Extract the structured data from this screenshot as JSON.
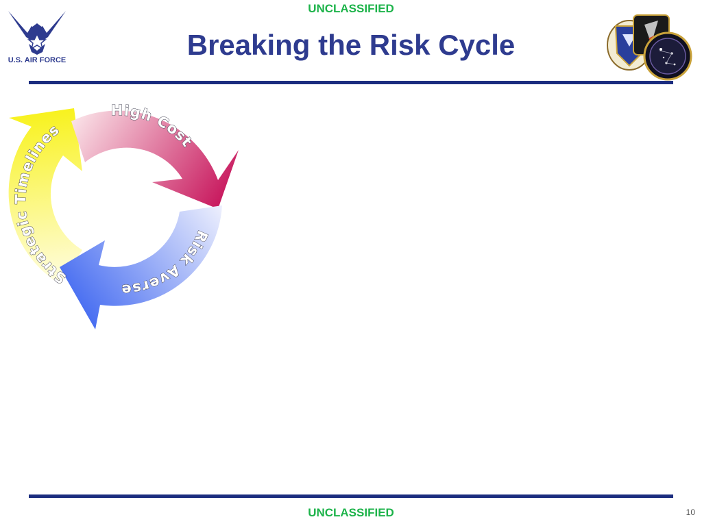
{
  "header": {
    "classification": "UNCLASSIFIED",
    "title": "Breaking the Risk Cycle",
    "logo_text": "U.S. AIR FORCE"
  },
  "footer": {
    "classification": "UNCLASSIFIED",
    "page_number": "10"
  },
  "cycle": {
    "segments": [
      {
        "label": "High Cost",
        "color_start": "#fbe6ea",
        "color_end": "#c8195e"
      },
      {
        "label": "Risk Averse",
        "color_start": "#eef0fd",
        "color_end": "#3a63f0"
      },
      {
        "label": "Strategic Timelines",
        "color_start": "#fffde8",
        "color_end": "#f8f21e"
      }
    ]
  },
  "colors": {
    "classification": "#1db34a",
    "title": "#2e3b8f",
    "rule": "#1b2d7f"
  },
  "icons": {
    "left_logo": "air-force-wings-logo",
    "right_logo": "space-command-emblem"
  }
}
